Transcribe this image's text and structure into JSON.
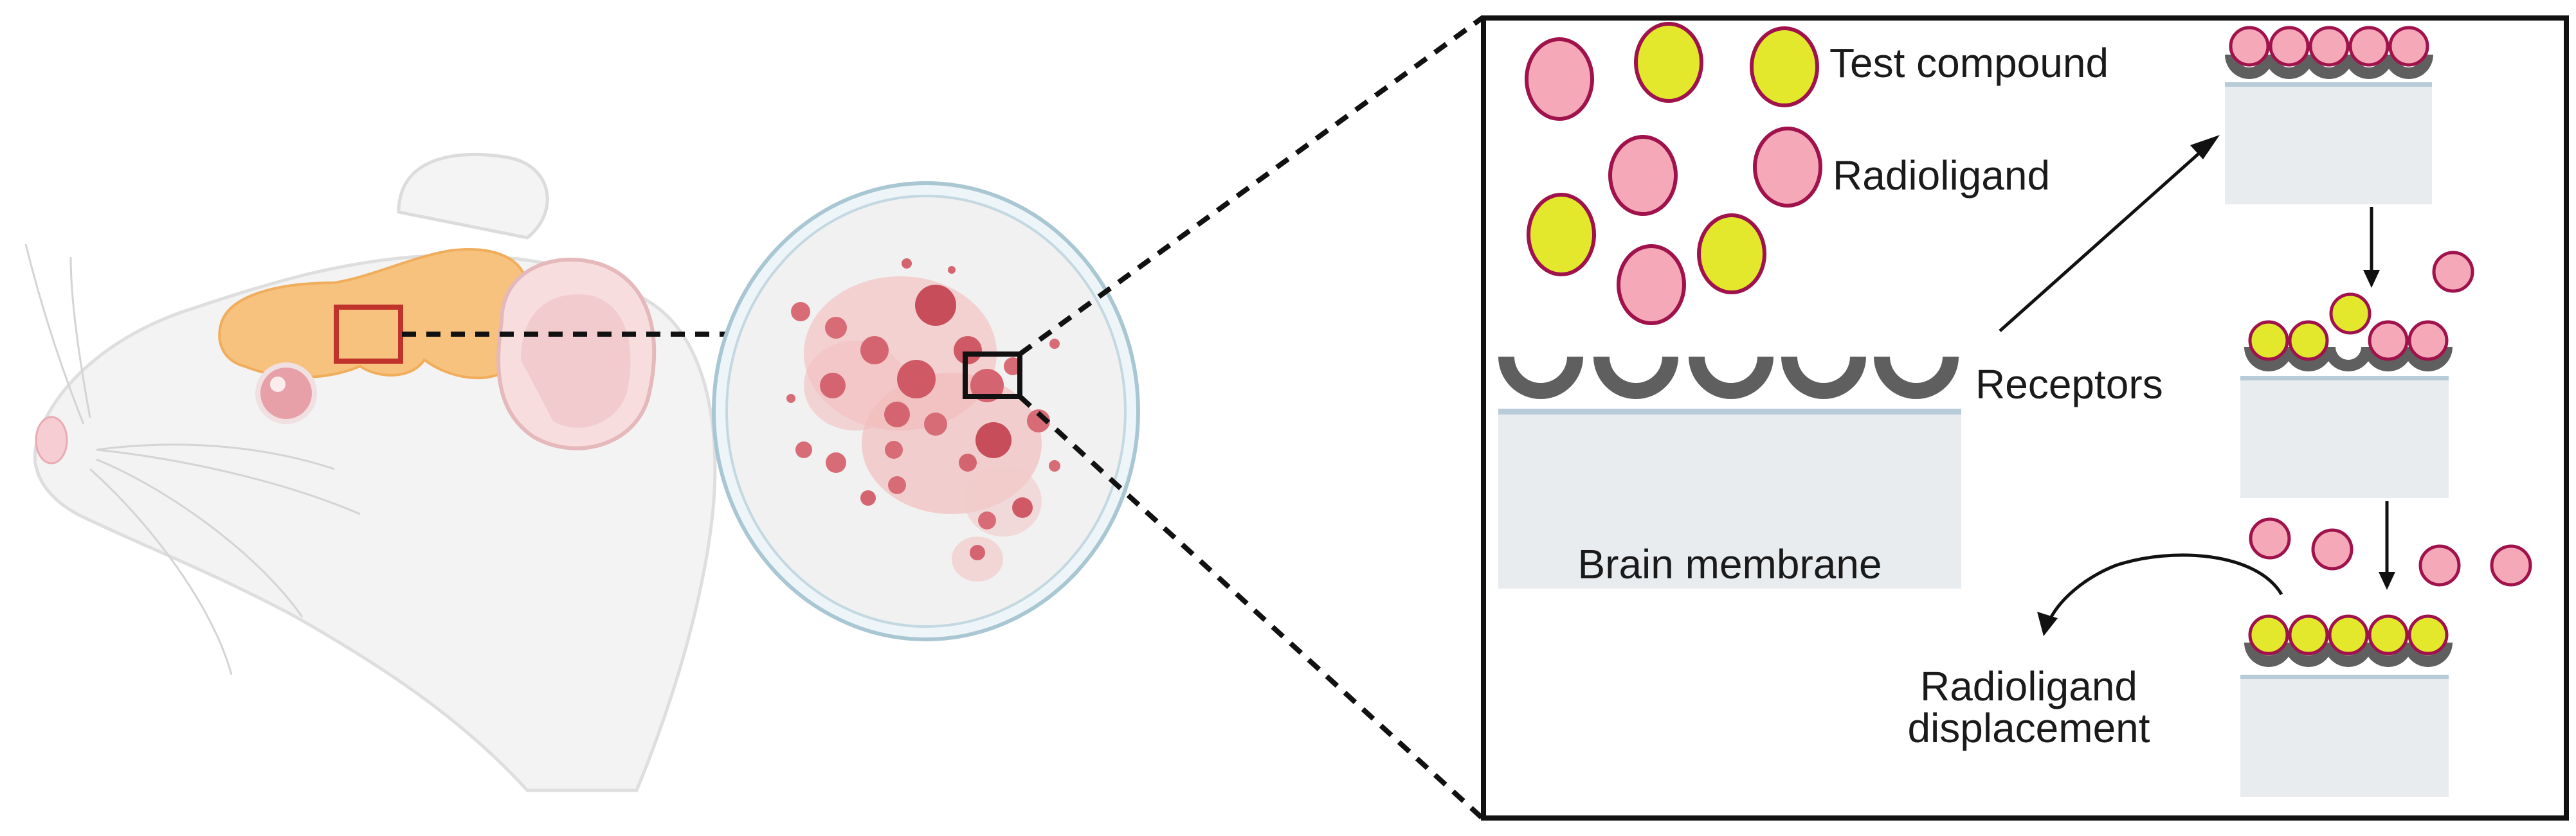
{
  "labels": {
    "test_compound": "Test compound",
    "radioligand": "Radioligand",
    "receptors": "Receptors",
    "brain_membrane": "Brain membrane",
    "radioligand_displacement_line1": "Radioligand",
    "radioligand_displacement_line2": "displacement"
  },
  "colors": {
    "radioligand_fill": "#f5a9b8",
    "test_compound_fill": "#e3e82c",
    "particle_outline": "#a0124b",
    "receptor": "#5f5f5f",
    "membrane": "#e9ecef",
    "membrane_edge": "#b8cbd8",
    "brain": "#f6c27d",
    "highlight_box": "#c0322c",
    "frame": "#111111"
  },
  "icons": [
    "mouse-head-illustration",
    "brain-region",
    "petri-dish",
    "arrow-icon"
  ]
}
